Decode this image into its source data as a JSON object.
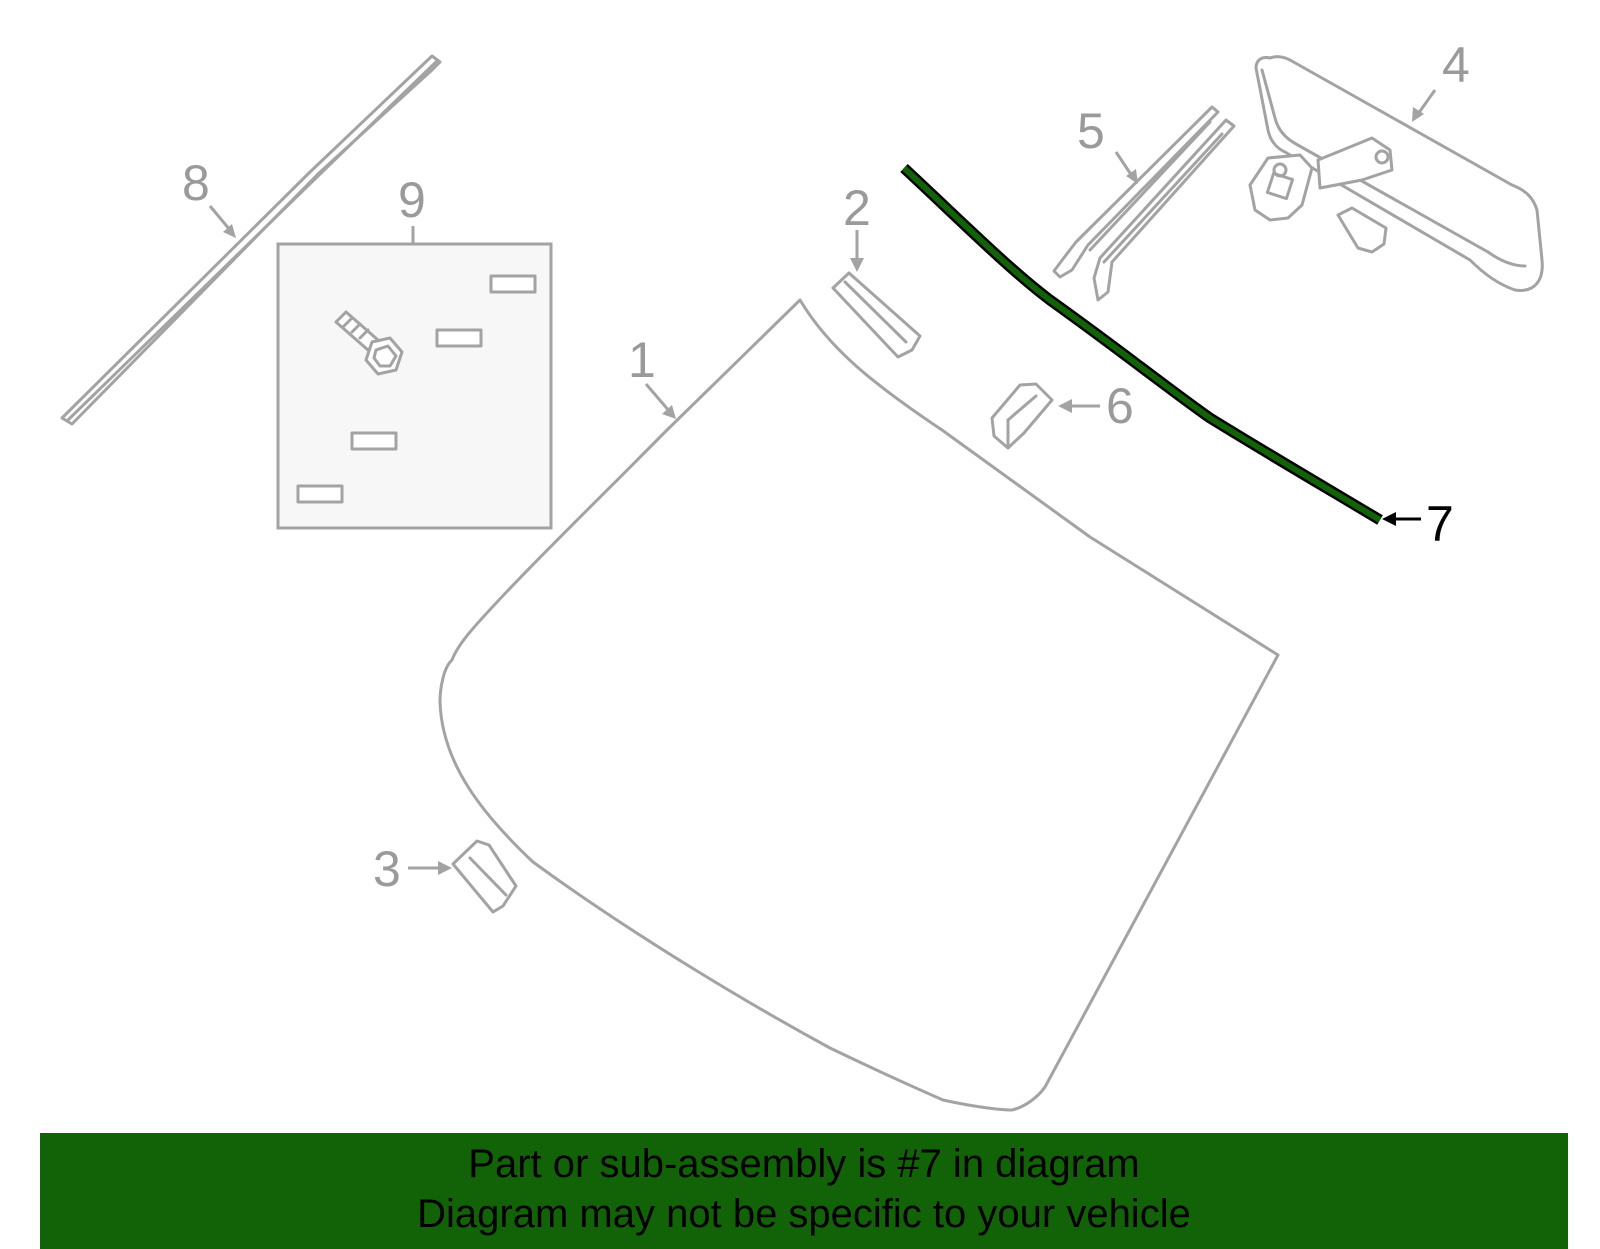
{
  "callouts": {
    "c1": "1",
    "c2": "2",
    "c3": "3",
    "c4": "4",
    "c5": "5",
    "c6": "6",
    "c7": "7",
    "c8": "8",
    "c9": "9"
  },
  "highlighted_part": "7",
  "colors": {
    "highlight": "#126307",
    "line_gray": "#a3a3a3",
    "callout_gray": "#9a9a9a"
  },
  "footer": {
    "line1": "Part or sub-assembly is #7 in diagram",
    "line2": "Diagram may not be specific to your vehicle"
  }
}
